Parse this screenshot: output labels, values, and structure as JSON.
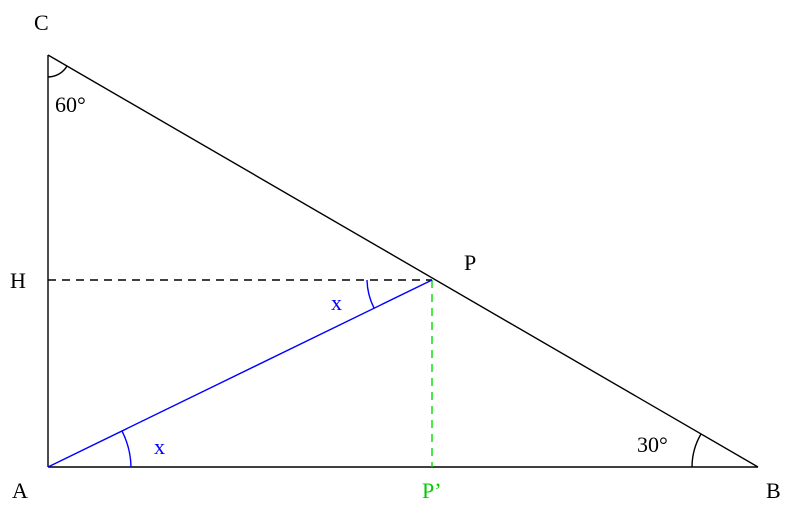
{
  "points": {
    "A": "A",
    "B": "B",
    "C": "C",
    "H": "H",
    "P": "P",
    "P_prime": "P’"
  },
  "angles": {
    "angle_C": "60°",
    "angle_B": "30°",
    "angle_A": "x",
    "angle_P": "x"
  },
  "colors": {
    "triangle": "#000000",
    "segment_AP": "#0000ff",
    "perpendicular_PP": "#00dd00"
  }
}
